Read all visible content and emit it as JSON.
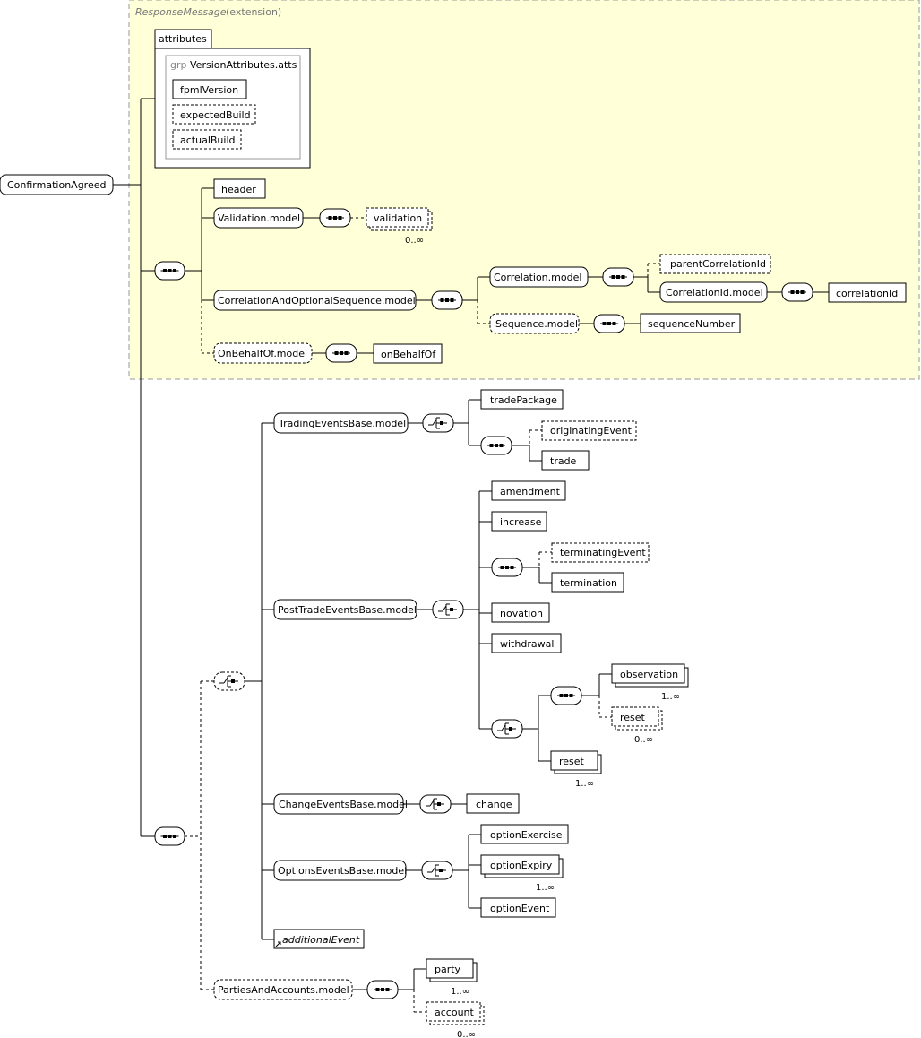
{
  "diagram": {
    "root": "ConfirmationAgreed",
    "extension": {
      "base": "ResponseMessage",
      "kind": "(extension)"
    },
    "attributes": {
      "title": "attributes",
      "group_prefix": "grp",
      "group_name": "VersionAttributes.atts",
      "items": [
        "fpmlVersion",
        "expectedBuild",
        "actualBuild"
      ]
    },
    "header": "header",
    "validation_model": {
      "name": "Validation.model",
      "child": "validation",
      "card": "0..∞"
    },
    "correlation_seq_model": {
      "name": "CorrelationAndOptionalSequence.model",
      "correlation_model": "Correlation.model",
      "parent_correlation_id": "parentCorrelationId",
      "correlation_id_model": "CorrelationId.model",
      "correlation_id": "correlationId",
      "sequence_model": "Sequence.model",
      "sequence_number": "sequenceNumber"
    },
    "on_behalf_of_model": {
      "name": "OnBehalfOf.model",
      "child": "onBehalfOf"
    },
    "trading_events": {
      "name": "TradingEventsBase.model",
      "trade_package": "tradePackage",
      "originating_event": "originatingEvent",
      "trade": "trade"
    },
    "post_trade_events": {
      "name": "PostTradeEventsBase.model",
      "amendment": "amendment",
      "increase": "increase",
      "terminating_event": "terminatingEvent",
      "termination": "termination",
      "novation": "novation",
      "withdrawal": "withdrawal",
      "observation": "observation",
      "observation_card": "1..∞",
      "reset_opt": "reset",
      "reset_opt_card": "0..∞",
      "reset": "reset",
      "reset_card": "1..∞"
    },
    "change_events": {
      "name": "ChangeEventsBase.model",
      "change": "change"
    },
    "options_events": {
      "name": "OptionsEventsBase.model",
      "option_exercise": "optionExercise",
      "option_expiry": "optionExpiry",
      "option_expiry_card": "1..∞",
      "option_event": "optionEvent"
    },
    "additional_event": "additionalEvent",
    "parties_accounts": {
      "name": "PartiesAndAccounts.model",
      "party": "party",
      "party_card": "1..∞",
      "account": "account",
      "account_card": "0..∞"
    },
    "colors": {
      "extension_bg": "#ffffd8",
      "extension_border": "#999999",
      "box_fill": "#ffffff",
      "line": "#000000"
    }
  }
}
